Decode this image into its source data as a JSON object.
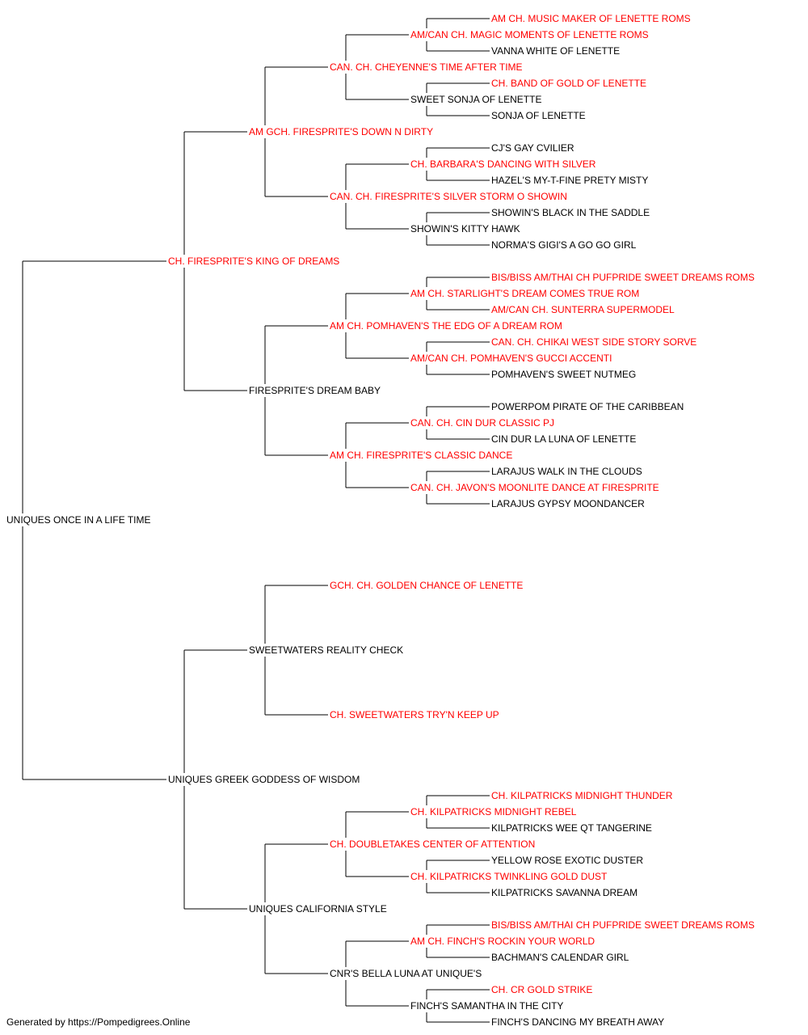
{
  "colors": {
    "champion": "#ff0000",
    "regular": "#000000",
    "connector": "#000000"
  },
  "subject": {
    "name": "UNIQUES ONCE IN A LIFE TIME",
    "champion": false
  },
  "sire": {
    "name": "CH. FIRESPRITE'S KING OF DREAMS",
    "champion": true,
    "sire": {
      "name": "AM GCH. FIRESPRITE'S DOWN N DIRTY",
      "champion": true,
      "sire": {
        "name": "CAN. CH. CHEYENNE'S TIME AFTER TIME",
        "champion": true,
        "sire": {
          "name": "AM/CAN CH. MAGIC MOMENTS OF LENETTE ROMS",
          "champion": true,
          "sire": {
            "name": "AM CH. MUSIC MAKER OF LENETTE ROMS",
            "champion": true
          },
          "dam": {
            "name": "VANNA WHITE OF LENETTE",
            "champion": false
          }
        },
        "dam": {
          "name": "SWEET SONJA OF LENETTE",
          "champion": false,
          "sire": {
            "name": "CH. BAND OF GOLD OF LENETTE",
            "champion": true
          },
          "dam": {
            "name": "SONJA OF LENETTE",
            "champion": false
          }
        }
      },
      "dam": {
        "name": "CAN. CH. FIRESPRITE'S SILVER STORM O SHOWIN",
        "champion": true,
        "sire": {
          "name": "CH. BARBARA'S DANCING WITH SILVER",
          "champion": true,
          "sire": {
            "name": "CJ'S GAY CVILIER",
            "champion": false
          },
          "dam": {
            "name": "HAZEL'S MY-T-FINE PRETY MISTY",
            "champion": false
          }
        },
        "dam": {
          "name": "SHOWIN'S KITTY HAWK",
          "champion": false,
          "sire": {
            "name": "SHOWIN'S BLACK IN THE SADDLE",
            "champion": false
          },
          "dam": {
            "name": "NORMA'S GIGI'S A GO GO GIRL",
            "champion": false
          }
        }
      }
    },
    "dam": {
      "name": "FIRESPRITE'S DREAM BABY",
      "champion": false,
      "sire": {
        "name": "AM CH. POMHAVEN'S THE EDG OF A DREAM ROM",
        "champion": true,
        "sire": {
          "name": "AM CH. STARLIGHT'S DREAM COMES TRUE ROM",
          "champion": true,
          "sire": {
            "name": "BIS/BISS AM/THAI CH PUFPRIDE SWEET DREAMS ROMS",
            "champion": true
          },
          "dam": {
            "name": "AM/CAN CH. SUNTERRA SUPERMODEL",
            "champion": true
          }
        },
        "dam": {
          "name": "AM/CAN CH. POMHAVEN'S GUCCI ACCENTI",
          "champion": true,
          "sire": {
            "name": "CAN. CH. CHIKAI WEST SIDE STORY SORVE",
            "champion": true
          },
          "dam": {
            "name": "POMHAVEN'S SWEET NUTMEG",
            "champion": false
          }
        }
      },
      "dam": {
        "name": "AM CH. FIRESPRITE'S CLASSIC DANCE",
        "champion": true,
        "sire": {
          "name": "CAN. CH. CIN DUR CLASSIC PJ",
          "champion": true,
          "sire": {
            "name": "POWERPOM PIRATE OF THE CARIBBEAN",
            "champion": false
          },
          "dam": {
            "name": "CIN DUR LA LUNA OF LENETTE",
            "champion": false
          }
        },
        "dam": {
          "name": "CAN. CH. JAVON'S MOONLITE DANCE AT FIRESPRITE",
          "champion": true,
          "sire": {
            "name": "LARAJUS WALK IN THE CLOUDS",
            "champion": false
          },
          "dam": {
            "name": "LARAJUS GYPSY MOONDANCER",
            "champion": false
          }
        }
      }
    }
  },
  "dam": {
    "name": "UNIQUES GREEK GODDESS OF WISDOM",
    "champion": false,
    "sire": {
      "name": "SWEETWATERS REALITY CHECK",
      "champion": false,
      "sire": {
        "name": "GCH. CH. GOLDEN CHANCE OF LENETTE",
        "champion": true
      },
      "dam": {
        "name": "CH. SWEETWATERS TRY'N KEEP UP",
        "champion": true
      }
    },
    "dam": {
      "name": "UNIQUES CALIFORNIA STYLE",
      "champion": false,
      "sire": {
        "name": "CH. DOUBLETAKES CENTER OF ATTENTION",
        "champion": true,
        "sire": {
          "name": "CH. KILPATRICKS MIDNIGHT REBEL",
          "champion": true,
          "sire": {
            "name": "CH. KILPATRICKS MIDNIGHT THUNDER",
            "champion": true
          },
          "dam": {
            "name": "KILPATRICKS WEE QT TANGERINE",
            "champion": false
          }
        },
        "dam": {
          "name": "CH. KILPATRICKS TWINKLING GOLD DUST",
          "champion": true,
          "sire": {
            "name": "YELLOW ROSE EXOTIC DUSTER",
            "champion": false
          },
          "dam": {
            "name": "KILPATRICKS SAVANNA DREAM",
            "champion": false
          }
        }
      },
      "dam": {
        "name": "CNR'S BELLA LUNA AT UNIQUE'S",
        "champion": false,
        "sire": {
          "name": "AM CH. FINCH'S ROCKIN YOUR WORLD",
          "champion": true,
          "sire": {
            "name": "BIS/BISS AM/THAI CH PUFPRIDE SWEET DREAMS ROMS",
            "champion": true
          },
          "dam": {
            "name": "BACHMAN'S CALENDAR GIRL",
            "champion": false
          }
        },
        "dam": {
          "name": "FINCH'S SAMANTHA IN THE CITY",
          "champion": false,
          "sire": {
            "name": "CH. CR GOLD STRIKE",
            "champion": true
          },
          "dam": {
            "name": "FINCH'S DANCING MY BREATH AWAY",
            "champion": false
          }
        }
      }
    }
  },
  "footer": "Generated by https://Pompedigrees.Online"
}
